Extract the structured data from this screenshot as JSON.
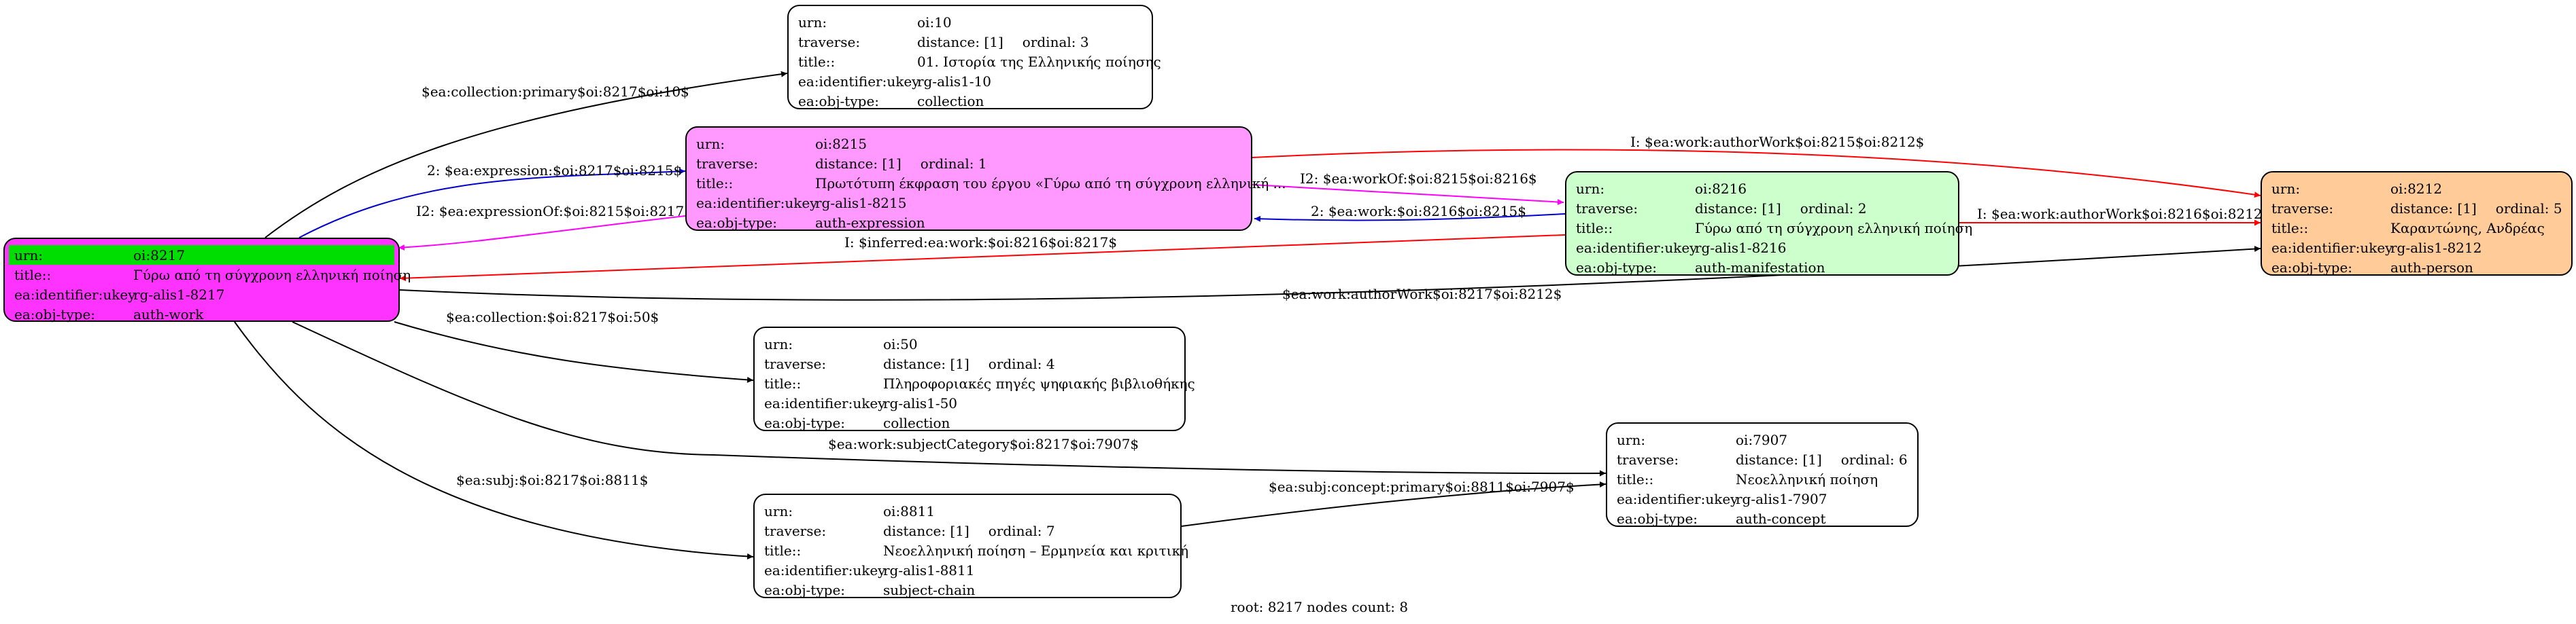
{
  "nodes": {
    "n10": {
      "fill": "#ffffff",
      "rows": [
        [
          "urn:",
          "oi:10"
        ],
        [
          "traverse:",
          "distance: [1]",
          "ordinal: 3"
        ],
        [
          "title::",
          "01. Ιστορία της Ελληνικής ποίησης"
        ],
        [
          "ea:identifier:ukey",
          "rg-alis1-10"
        ],
        [
          "ea:obj-type:",
          "collection"
        ]
      ]
    },
    "n8215": {
      "fill": "#ff99ff",
      "rows": [
        [
          "urn:",
          "oi:8215"
        ],
        [
          "traverse:",
          "distance: [1]",
          "ordinal: 1"
        ],
        [
          "title::",
          "Πρωτότυπη έκφραση του έργου «Γύρω από τη σύγχρονη ελληνική ..."
        ],
        [
          "ea:identifier:ukey",
          "rg-alis1-8215"
        ],
        [
          "ea:obj-type:",
          "auth-expression"
        ]
      ]
    },
    "n8216": {
      "fill": "#ccffcc",
      "rows": [
        [
          "urn:",
          "oi:8216"
        ],
        [
          "traverse:",
          "distance: [1]",
          "ordinal: 2"
        ],
        [
          "title::",
          "Γύρω από τη σύγχρονη ελληνική ποίηση"
        ],
        [
          "ea:identifier:ukey",
          "rg-alis1-8216"
        ],
        [
          "ea:obj-type:",
          "auth-manifestation"
        ]
      ]
    },
    "n8212": {
      "fill": "#ffcc99",
      "rows": [
        [
          "urn:",
          "oi:8212"
        ],
        [
          "traverse:",
          "distance: [1]",
          "ordinal: 5"
        ],
        [
          "title::",
          "Καραντώνης, Ανδρέας"
        ],
        [
          "ea:identifier:ukey",
          "rg-alis1-8212"
        ],
        [
          "ea:obj-type:",
          "auth-person"
        ]
      ]
    },
    "n8217": {
      "fill": "#ff33ff",
      "highlight": "#00dd00",
      "rows": [
        [
          "urn:",
          "oi:8217"
        ],
        [
          "title::",
          "Γύρω από τη σύγχρονη ελληνική ποίηση"
        ],
        [
          "ea:identifier:ukey",
          "rg-alis1-8217"
        ],
        [
          "ea:obj-type:",
          "auth-work"
        ]
      ]
    },
    "n50": {
      "fill": "#ffffff",
      "rows": [
        [
          "urn:",
          "oi:50"
        ],
        [
          "traverse:",
          "distance: [1]",
          "ordinal: 4"
        ],
        [
          "title::",
          "Πληροφοριακές πηγές ψηφιακής βιβλιοθήκης"
        ],
        [
          "ea:identifier:ukey",
          "rg-alis1-50"
        ],
        [
          "ea:obj-type:",
          "collection"
        ]
      ]
    },
    "n7907": {
      "fill": "#ffffff",
      "rows": [
        [
          "urn:",
          "oi:7907"
        ],
        [
          "traverse:",
          "distance: [1]",
          "ordinal: 6"
        ],
        [
          "title::",
          "Νεοελληνική ποίηση"
        ],
        [
          "ea:identifier:ukey",
          "rg-alis1-7907"
        ],
        [
          "ea:obj-type:",
          "auth-concept"
        ]
      ]
    },
    "n8811": {
      "fill": "#ffffff",
      "rows": [
        [
          "urn:",
          "oi:8811"
        ],
        [
          "traverse:",
          "distance: [1]",
          "ordinal: 7"
        ],
        [
          "title::",
          "Νεοελληνική ποίηση – Ερμηνεία και κριτική"
        ],
        [
          "ea:identifier:ukey",
          "rg-alis1-8811"
        ],
        [
          "ea:obj-type:",
          "subject-chain"
        ]
      ]
    }
  },
  "edges": [
    {
      "label": "$ea:collection:primary$oi:8217$oi:10$",
      "color": "#000000"
    },
    {
      "label": "2: $ea:expression:$oi:8217$oi:8215$",
      "color": "#0000cc"
    },
    {
      "label": "I2: $ea:expressionOf:$oi:8215$oi:8217$",
      "color": "#ff00ff"
    },
    {
      "label": "I: $ea:work:authorWork$oi:8215$oi:8212$",
      "color": "#ff0000"
    },
    {
      "label": "I2: $ea:workOf:$oi:8215$oi:8216$",
      "color": "#ff00ff"
    },
    {
      "label": "2: $ea:work:$oi:8216$oi:8215$",
      "color": "#0000cc"
    },
    {
      "label": "I: $ea:work:authorWork$oi:8216$oi:8212$",
      "color": "#ff0000"
    },
    {
      "label": "I: $inferred:ea:work:$oi:8216$oi:8217$",
      "color": "#ff0000"
    },
    {
      "label": "$ea:work:authorWork$oi:8217$oi:8212$",
      "color": "#000000"
    },
    {
      "label": "$ea:collection:$oi:8217$oi:50$",
      "color": "#000000"
    },
    {
      "label": "$ea:work:subjectCategory$oi:8217$oi:7907$",
      "color": "#000000"
    },
    {
      "label": "$ea:subj:$oi:8217$oi:8811$",
      "color": "#000000"
    },
    {
      "label": "$ea:subj:concept:primary$oi:8811$oi:7907$",
      "color": "#000000"
    }
  ],
  "footer": {
    "text": "root: 8217 nodes count: 8"
  }
}
